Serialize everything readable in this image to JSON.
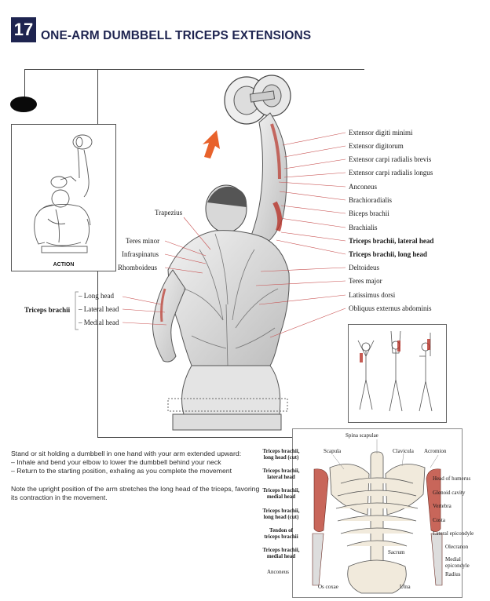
{
  "header": {
    "number": "17",
    "title": "ONE-ARM DUMBBELL TRICEPS EXTENSIONS"
  },
  "action_figure": {
    "label": "ACTION"
  },
  "left_muscles": {
    "trapezius": "Trapezius",
    "teres_minor": "Teres minor",
    "infraspinatus": "Infraspinatus",
    "rhomboideus": "Rhomboideus",
    "triceps_group": "Triceps brachii",
    "long_head": "– Long head",
    "lateral_head": "– Lateral head",
    "medial_head": "– Medial head"
  },
  "right_muscles": [
    {
      "label": "Extensor digiti minimi",
      "bold": false
    },
    {
      "label": "Extensor digitorum",
      "bold": false
    },
    {
      "label": "Extensor carpi radialis brevis",
      "bold": false
    },
    {
      "label": "Extensor carpi radialis longus",
      "bold": false
    },
    {
      "label": "Anconeus",
      "bold": false
    },
    {
      "label": "Brachioradialis",
      "bold": false
    },
    {
      "label": "Biceps brachii",
      "bold": false
    },
    {
      "label": "Brachialis",
      "bold": false
    },
    {
      "label": "Triceps brachii, lateral head",
      "bold": true
    },
    {
      "label": "Triceps brachii, long head",
      "bold": true
    },
    {
      "label": "Deltoideus",
      "bold": false
    },
    {
      "label": "Teres major",
      "bold": false
    },
    {
      "label": "Latissimus dorsi",
      "bold": false
    },
    {
      "label": "Obliquus externus abdominis",
      "bold": false
    }
  ],
  "description": {
    "intro": "Stand or sit holding a dumbbell in one hand with your arm extended upward:",
    "steps": [
      "– Inhale and bend your elbow to lower the dumbbell behind your neck",
      "– Return to the starting position, exhaling as you complete the movement"
    ],
    "note": "Note the upright position of the arm stretches the long head of the triceps, favoring its contraction in the movement."
  },
  "skeleton": {
    "top": {
      "spina": "Spina scapulae",
      "scapula": "Scapula",
      "clavicula": "Clavicula",
      "acromion": "Acromion"
    },
    "left": [
      "Triceps brachii, long head (cut)",
      "Triceps brachii, lateral head",
      "Triceps brachii, medial head",
      "Triceps brachii, long head (cut)",
      "Tendon of triceps brachii",
      "Triceps brachii, medial head",
      "Anconeus"
    ],
    "right": [
      "Head of humerus",
      "Glenoid cavity",
      "Vertebra",
      "Costa",
      "Lateral epicondyle",
      "Olecranon",
      "Medial epicondyle",
      "Radius"
    ],
    "bottom": {
      "sacrum": "Sacrum",
      "os_coxae": "Os coxae",
      "ulna": "Ulna"
    }
  },
  "colors": {
    "header_navy": "#1e2450",
    "muscle_red": "#b8342a",
    "arrow_orange": "#e8622b",
    "leader_red": "#c85050"
  }
}
